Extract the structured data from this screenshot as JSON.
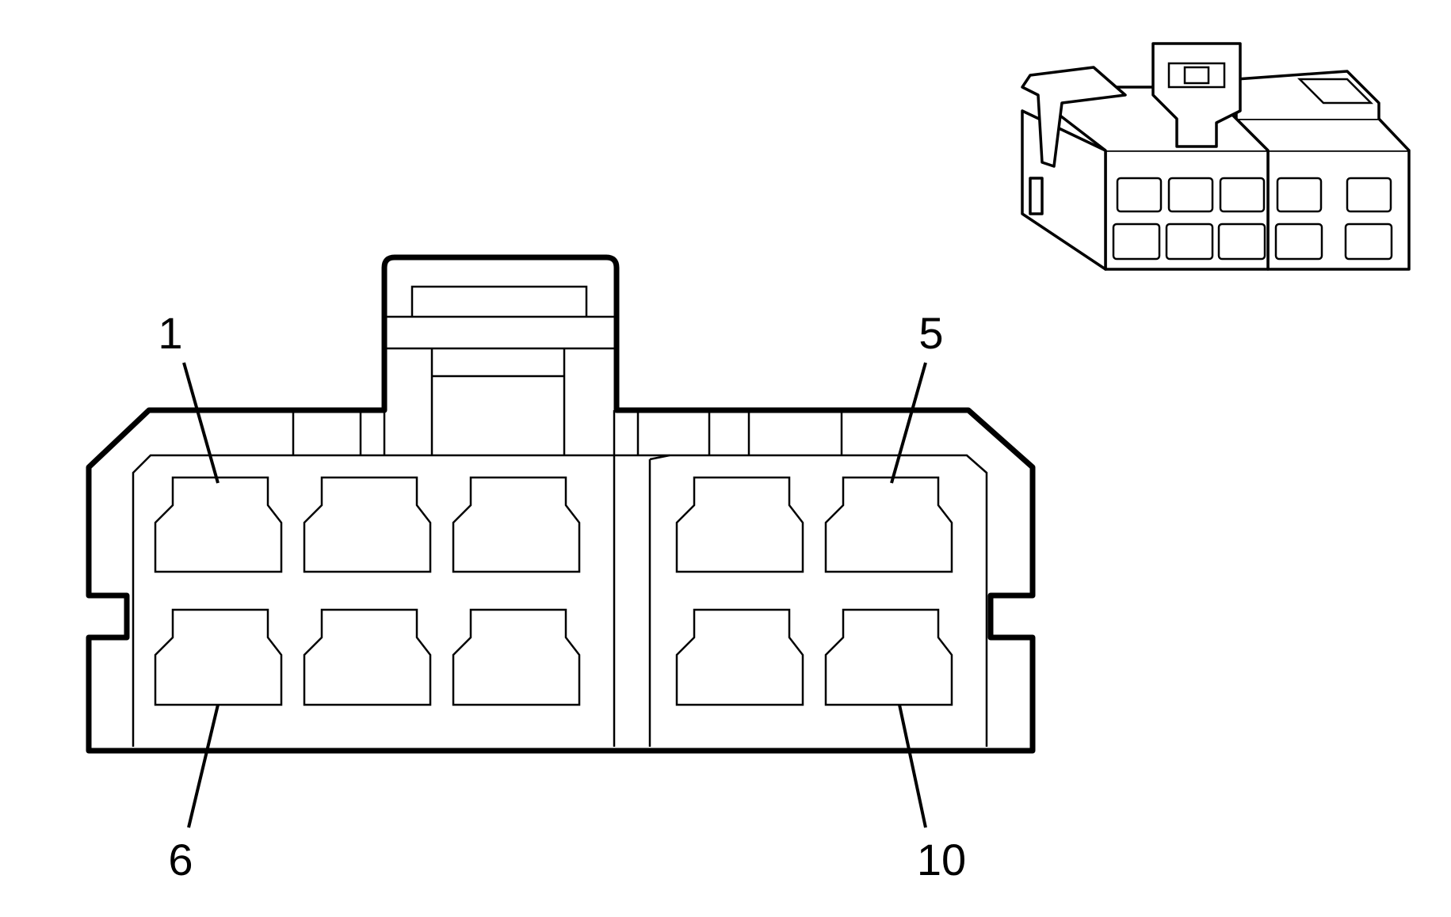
{
  "pin_labels": {
    "pin_1": "1",
    "pin_5": "5",
    "pin_6": "6",
    "pin_10": "10"
  },
  "colors": {
    "line": "#000000",
    "background": "#ffffff"
  }
}
